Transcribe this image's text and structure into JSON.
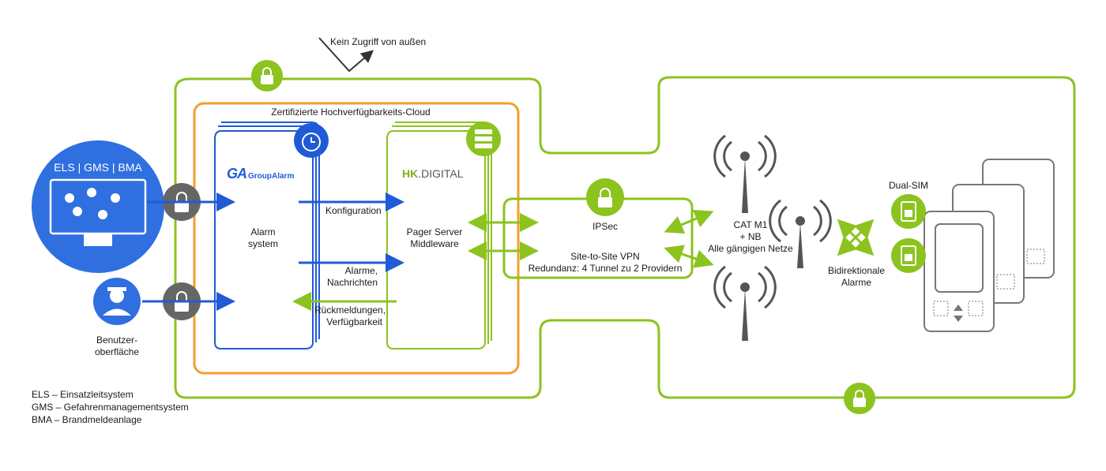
{
  "top_note": "Kein Zugriff von außen",
  "cloud_title": "Zertifizierte Hochverfügbarkeits-Cloud",
  "els_box": "ELS | GMS | BMA",
  "user_label": [
    "Benutzer-",
    "oberfläche"
  ],
  "groupalarm_logo": {
    "mark": "GA",
    "text": "GroupAlarm"
  },
  "hk_logo": {
    "hk": "HK",
    "rest": ".DIGITAL"
  },
  "alarm_system": [
    "Alarm",
    "system"
  ],
  "pager_server": [
    "Pager Server",
    "Middleware"
  ],
  "flows": {
    "konfiguration": "Konfiguration",
    "alarme": [
      "Alarme,",
      "Nachrichten"
    ],
    "rueck": [
      "Rückmeldungen,",
      "Verfügbarkeit"
    ]
  },
  "ipsec": "IPSec",
  "vpn": [
    "Site-to-Site VPN",
    "Redundanz: 4 Tunnel zu 2 Providern"
  ],
  "network": [
    "CAT M1",
    "+ NB",
    "Alle gängigen Netze"
  ],
  "bidir": [
    "Bidirektionale",
    "Alarme"
  ],
  "dualsim": "Dual-SIM",
  "legend": [
    "ELS – Einsatzleitsystem",
    "GMS – Gefahrenmanagementsystem",
    "BMA – Brandmeldeanlage"
  ],
  "colors": {
    "green": "#8cc31f",
    "orange": "#f0a02d",
    "blue": "#1f5bd6",
    "els_blue": "#2f6fe0",
    "gray": "#666666"
  },
  "icons": [
    "lock-icon",
    "alarm-clock-icon",
    "server-icon",
    "antenna-icon",
    "sim-card-icon",
    "pager-device-icon",
    "monitor-icon",
    "firefighter-icon",
    "bidirectional-arrows-icon"
  ]
}
